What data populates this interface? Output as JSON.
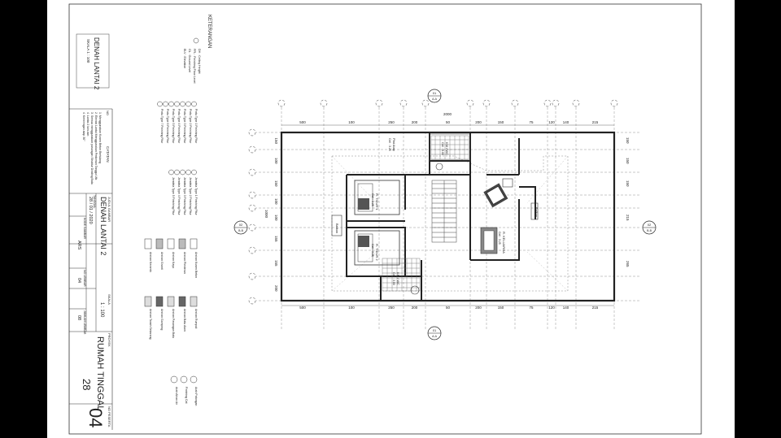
{
  "sheet_title": "DENAH LANTAI 2",
  "sheet_scale": "SKALA 1 : 100",
  "keterangan": {
    "title": "KETERANGAN",
    "abbreviations": [
      "DH : Ceiling Height",
      "FFL : Finishing Floor Level",
      "GL : Ground Level",
      "ELV : Elevation"
    ],
    "items": [
      "Pintu Type 1 Finishing Fitur",
      "Pintu Type 2 Finishing Fitur",
      "Pintu Type 3 Finishing Fitur",
      "Pintu Type 4 Finishing Fitur",
      "Pintu Type 5 Finishing Fitur",
      "Pintu Type 6 Finishing Fitur",
      "Pintu Type 7 Finishing Fitur"
    ],
    "items2": [
      "Jendela Type 1 Finishing Fitur",
      "Jendela Type 2 Finishing Fitur",
      "Jendela Type 3 Finishing Fitur",
      "Jendela Type 4 Finishing Fitur",
      "Jendela Type 5 Finishing Fitur"
    ],
    "hatches": [
      "Arsiran Kusen Beton",
      "Arsiran Plesteran",
      "Arsiran Kayu",
      "Arsiran Granit",
      "Arsiran Keramik"
    ],
    "hatches2": [
      "Arsiran Rumput",
      "Arsiran Batu Alam",
      "Arsiran Pasangan Batu",
      "Arsiran Gamping",
      "Arsiran Tanah Sekarang"
    ],
    "symbols": [
      "Arah Potongan",
      "Finishing Cat",
      "Arah Aliran Air"
    ]
  },
  "title_block": {
    "no_label": "NO",
    "catatan_label": "CATATAN",
    "notes": [
      "1. Menggunakan Kusen Beton Bertulang",
      "2. Elevasi Lantai Menggunakan Pedoman Tangga Utk",
      "3. Semua menggunakan pasangan Struktur Dinding Bata",
      "4. Lantai 2 lain-lain",
      "4. Kemiringan atap 30°"
    ],
    "judul_label": "JUDUL GAMBAR",
    "judul": "DENAH LANTAI 2",
    "skala_label": "SKALA",
    "skala": "1 : 100",
    "proyek_label": "PROYEK",
    "proyek": "RUMAH TINGGAL",
    "nopeserta_label": "NO PESERTA",
    "nopeserta": "28",
    "page": "04",
    "tanggal_label": "TANGGAL",
    "tanggal": "28 / 01 / 2020",
    "kode_label": "KODE GAMBAR",
    "kode": "ARS",
    "nolembar_label": "NO LEMBAR",
    "nolembar": "04",
    "jumlah_label": "JUMLAH LEMBAR",
    "jumlah": "08"
  },
  "dims_top": [
    "500",
    "100",
    "250",
    "200",
    "50",
    "200",
    "150",
    "75",
    "120",
    "140",
    "215"
  ],
  "dims_bottom": [
    "500",
    "100",
    "250",
    "200",
    "50",
    "200",
    "150",
    "75",
    "120",
    "140",
    "215"
  ],
  "dim_total_top": "2000",
  "dims_left": [
    "150",
    "100",
    "150",
    "100",
    "100",
    "155",
    "155",
    "200"
  ],
  "dims_right": [
    "150",
    "150",
    "150",
    "215",
    "265"
  ],
  "dim_total_left": "1000",
  "section_markers": [
    "A-A",
    "A-A",
    "B-B",
    "B-B"
  ],
  "section_nums": [
    "01",
    "01",
    "02",
    "02"
  ],
  "rooms": [
    {
      "label": "R. TIDUR 1",
      "sub": "Ceil : 3.25"
    },
    {
      "label": "R. TIDUR 2",
      "sub": "Ceil : 3.25"
    },
    {
      "label": "KM / WC",
      "sub": "Ceil : 3.00"
    },
    {
      "label": "KM / WC",
      "sub": "Ceil : 3.00"
    },
    {
      "label": "Balkon",
      "sub": ""
    },
    {
      "label": "R. KELUARGA",
      "sub": "Ceil : 3.25"
    },
    {
      "label": "Balkon",
      "sub": ""
    },
    {
      "label": "Plat Atap",
      "sub": "Ceil : 3.25"
    }
  ]
}
